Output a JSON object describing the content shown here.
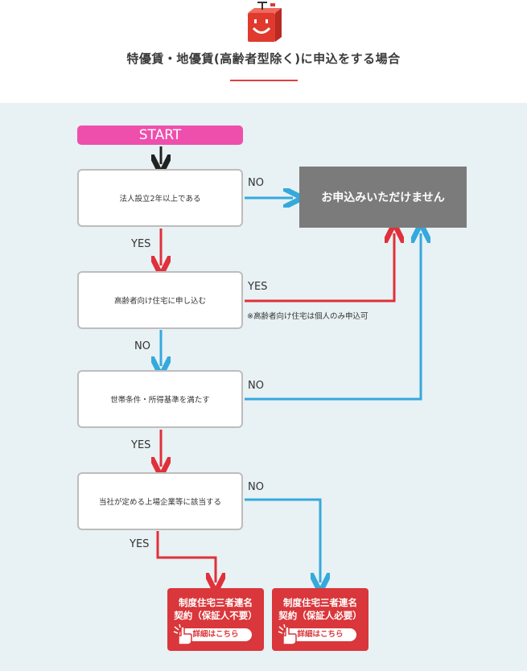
{
  "header": {
    "title": "特優賃・地優賃(高齢者型除く)に申込をする場合",
    "logo_icon": "smiling-box-mascot-icon"
  },
  "flow": {
    "start": "START",
    "q1": "法人設立2年以上である",
    "q2": "高齢者向け住宅に申し込む",
    "q3": "世帯条件・所得基準を満たす",
    "q4": "当社が定める上場企業等に該当する",
    "result_ng": "お申込みいただけません",
    "note": "※高齢者向け住宅は個人のみ申込可",
    "labels": {
      "q1_no": "NO",
      "q1_yes": "YES",
      "q2_yes": "YES",
      "q2_no": "NO",
      "q3_no": "NO",
      "q3_yes": "YES",
      "q4_no": "NO",
      "q4_yes": "YES"
    }
  },
  "cards": [
    {
      "line1": "制度住宅三者連名",
      "line2": "契約（保証人不要）",
      "button": "詳細はこちら",
      "icon": "pointing-hand-icon"
    },
    {
      "line1": "制度住宅三者連名",
      "line2": "契約（保証人必要）",
      "button": "詳細はこちら",
      "icon": "pointing-hand-icon"
    }
  ],
  "colors": {
    "yes": "#e0303a",
    "no": "#35a9dd",
    "start": "#ee4fad",
    "result": "#7b7b7b",
    "card": "#d9373b",
    "panel": "#e8f1f3"
  }
}
